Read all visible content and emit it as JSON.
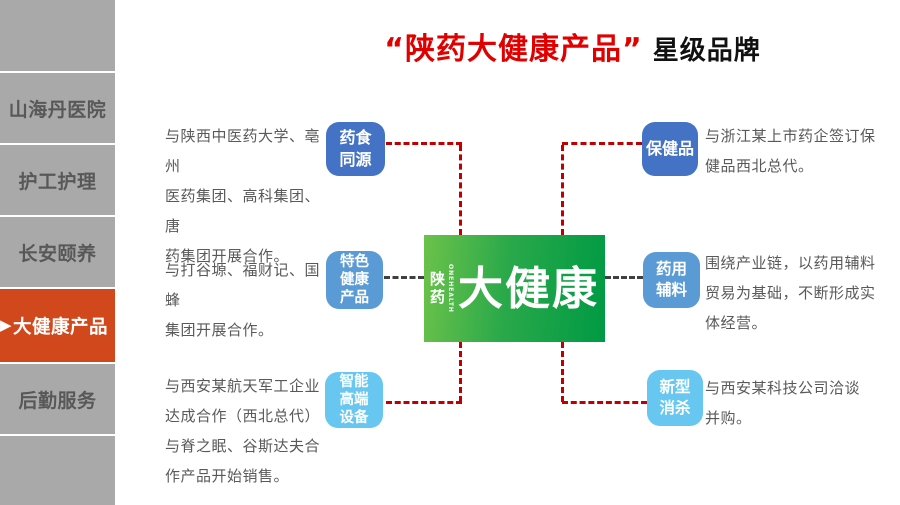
{
  "colors": {
    "title_red": "#e00000",
    "sidebar_bg": "#a9a9a9",
    "sidebar_active_bg": "#d0481c",
    "sidebar_text": "#585858",
    "node_blue_dark": "#4472c4",
    "node_blue_mid": "#5b9bd5",
    "node_blue_light": "#67c7f0",
    "center_green_from": "#6cc24a",
    "center_green_to": "#009a44",
    "connector_red": "#c00000",
    "connector_gray": "#404040",
    "note_text": "#595959"
  },
  "title": {
    "quoted": "“陕药大健康产品”",
    "rest": "星级品牌"
  },
  "sidebar": {
    "active_arrow": "▶",
    "items": [
      {
        "label": "山海丹医院",
        "active": false
      },
      {
        "label": "护工护理",
        "active": false
      },
      {
        "label": "长安颐养",
        "active": false
      },
      {
        "label": "大健康产品",
        "active": true
      },
      {
        "label": "后勤服务",
        "active": false
      }
    ]
  },
  "center": {
    "brand_cn": "陕\n药",
    "brand_en": "ONEHEALTH",
    "name": "大健康"
  },
  "nodes": {
    "food_medicine": {
      "label": "药食\n同源",
      "color": "#4472c4"
    },
    "special_health": {
      "label": "特色\n健康\n产品",
      "color": "#5b9bd5"
    },
    "smart_device": {
      "label": "智能\n高端\n设备",
      "color": "#67c7f0"
    },
    "health_product": {
      "label": "保健品",
      "color": "#4472c4"
    },
    "pharma_excipient": {
      "label": "药用\n辅料",
      "color": "#5b9bd5"
    },
    "new_disinfection": {
      "label": "新型\n消杀",
      "color": "#67c7f0"
    }
  },
  "notes": {
    "top_left": "与陕西中医药大学、亳州\n医药集团、高科集团、唐\n药集团开展合作。",
    "mid_left": "与打谷塬、福财记、国蜂\n集团开展合作。",
    "bottom_left": "与西安某航天军工企业\n达成合作（西北总代）\n与脊之眠、谷斯达夫合\n作产品开始销售。",
    "top_right": "与浙江某上市药企签订保\n健品西北总代。",
    "mid_right": "围绕产业链，以药用辅料\n贸易为基础，不断形成实\n体经营。",
    "bottom_right": "与西安某科技公司洽谈\n并购。"
  }
}
